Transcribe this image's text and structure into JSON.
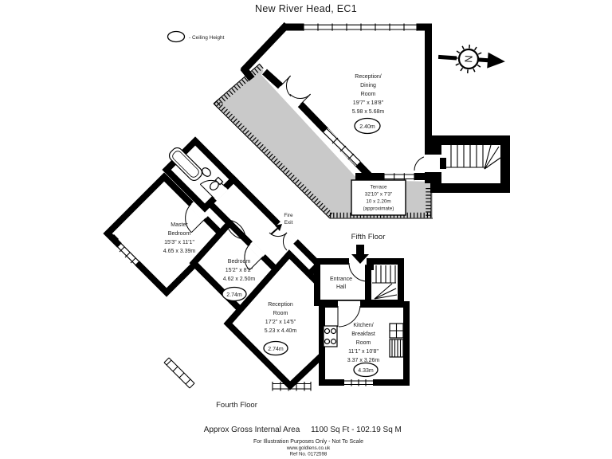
{
  "title": "New River Head, EC1",
  "legend": {
    "ceiling_height": "- Ceiling Height"
  },
  "compass": {
    "letter": "N"
  },
  "fifth_floor": {
    "label": "Fifth Floor",
    "reception_dining": {
      "name1": "Reception/",
      "name2": "Dining",
      "name3": "Room",
      "dims_ft": "19'7\" x 18'8\"",
      "dims_m": "5.98 x 5.68m",
      "ceiling_height": "2.40m"
    },
    "terrace": {
      "name": "Terrace",
      "dims_ft": "32'10\" x 7'3\"",
      "dims_m": "10 x 2.20m",
      "note": "(approximate)"
    }
  },
  "fourth_floor": {
    "label": "Fourth Floor",
    "master_bedroom": {
      "name1": "Master",
      "name2": "Bedroom",
      "dims_ft": "15'3\" x 11'1\"",
      "dims_m": "4.65 x 3.39m"
    },
    "bedroom": {
      "name": "Bedroom",
      "dims_ft": "15'2\" x 8'2\"",
      "dims_m": "4.62 x 2.50m",
      "ceiling_height": "2.74m"
    },
    "reception_room": {
      "name1": "Reception",
      "name2": "Room",
      "dims_ft": "17'2\" x 14'5\"",
      "dims_m": "5.23 x 4.40m",
      "ceiling_height": "2.74m"
    },
    "entrance_hall": {
      "name1": "Entrance",
      "name2": "Hall"
    },
    "kitchen": {
      "name1": "Kitchen/",
      "name2": "Breakfast",
      "name3": "Room",
      "dims_ft": "11'1\" x 10'8\"",
      "dims_m": "3.37 x 3.26m",
      "ceiling_height": "4.33m"
    },
    "fire_exit": {
      "name1": "Fire",
      "name2": "Exit"
    }
  },
  "footer": {
    "area_label": "Approx Gross Internal Area",
    "area_value": "1100 Sq Ft - 102.19 Sq M",
    "disclaimer": "For Illustration Purposes Only - Not To Scale",
    "website": "www.goldlens.co.uk",
    "reference": "Ref No. 0172598"
  },
  "colors": {
    "wall": "#000000",
    "terrace": "#c9c9c9",
    "background": "#ffffff"
  }
}
